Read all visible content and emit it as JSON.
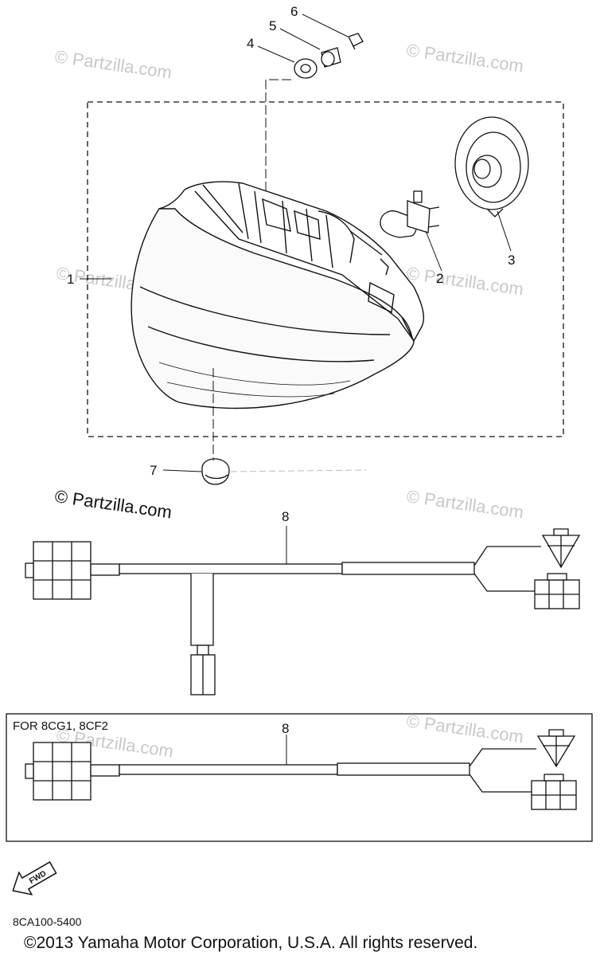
{
  "callouts": {
    "c1": "1",
    "c2": "2",
    "c3": "3",
    "c4": "4",
    "c5": "5",
    "c6": "6",
    "c7": "7",
    "c8a": "8",
    "c8b": "8"
  },
  "watermark": {
    "faint": "© Partzilla.com",
    "strong": "© Partzilla.com"
  },
  "variant_box": {
    "label": "FOR 8CG1, 8CF2"
  },
  "fwd_arrow": {
    "label": "FWD"
  },
  "footer": {
    "part_code": "8CA100-5400",
    "copyright": "©2013 Yamaha Motor Corporation, U.S.A. All rights reserved."
  },
  "colors": {
    "line": "#111111",
    "watermark": "#c8c8c8"
  }
}
